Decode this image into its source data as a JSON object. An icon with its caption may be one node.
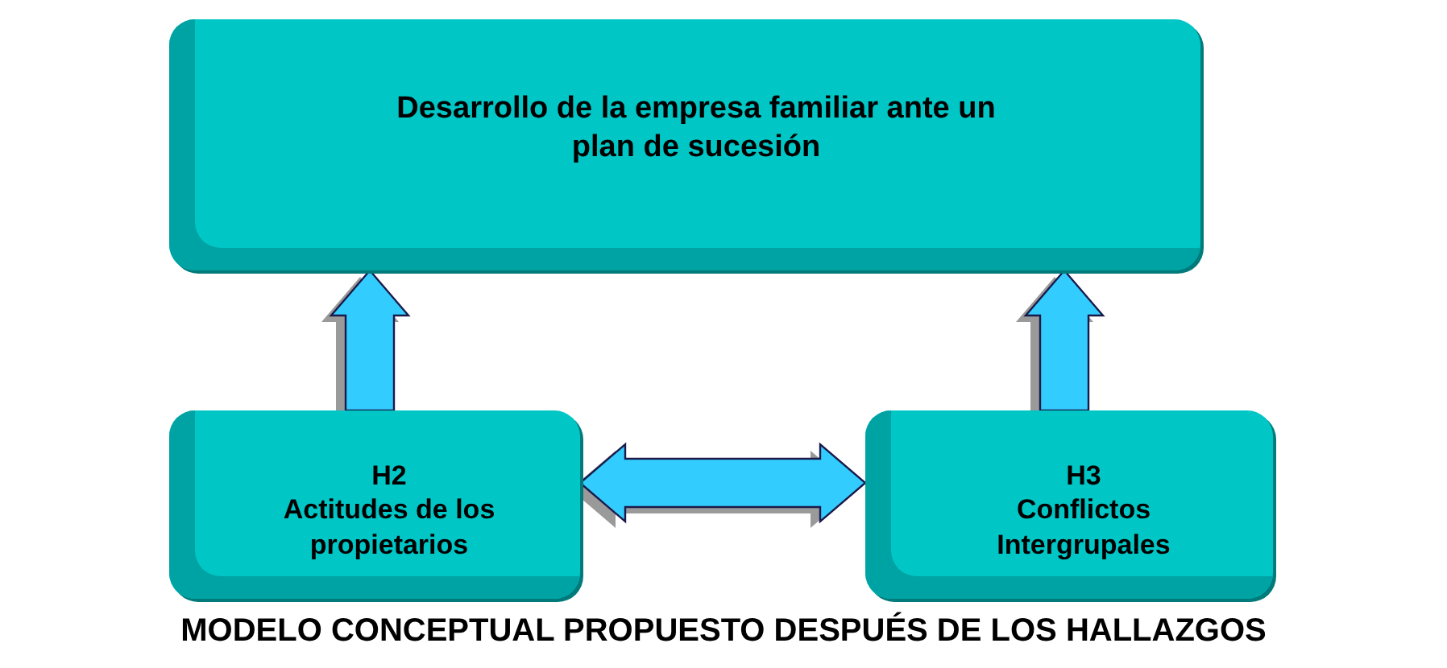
{
  "diagram": {
    "caption": "MODELO CONCEPTUAL PROPUESTO DESPUÉS DE LOS HALLAZGOS",
    "nodes": [
      {
        "text": [
          "Desarrollo de la empresa familiar ante un plan de sucesión"
        ]
      },
      {
        "text": [
          "H2",
          "Actitudes de los propietarios"
        ]
      },
      {
        "text": [
          "H3",
          "Conflictos Intergrupales"
        ]
      }
    ],
    "edges": [
      {
        "from": 1,
        "to": 0,
        "arrow": "to"
      },
      {
        "from": 2,
        "to": 0,
        "arrow": "to"
      },
      {
        "from": 1,
        "to": 2,
        "arrow": "both"
      }
    ]
  }
}
